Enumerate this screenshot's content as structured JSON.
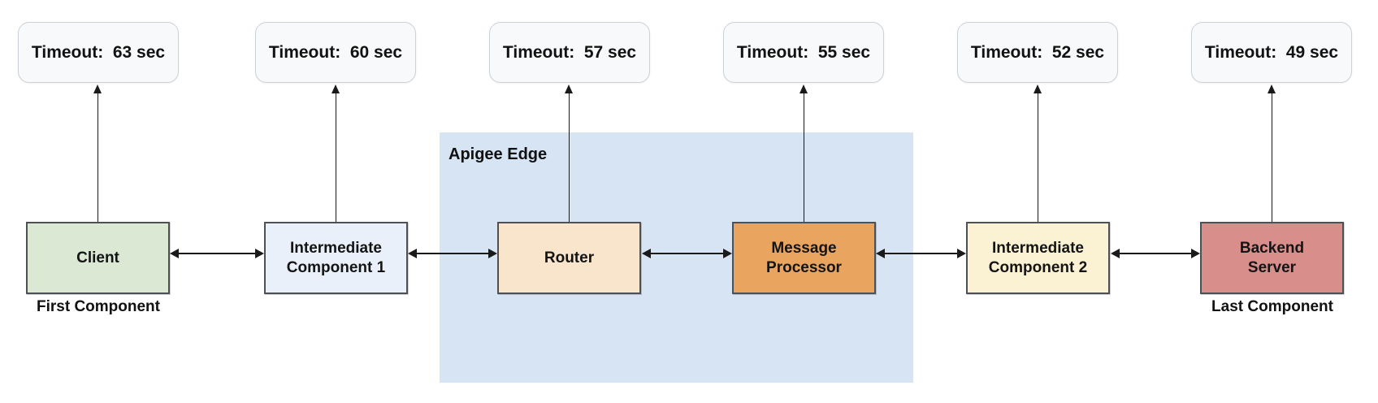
{
  "region": {
    "label": "Apigee Edge",
    "fill": "#d6e4f3"
  },
  "timeouts": [
    {
      "text": "Timeout:  63 sec"
    },
    {
      "text": "Timeout:  60 sec"
    },
    {
      "text": "Timeout:  57 sec"
    },
    {
      "text": "Timeout:  55 sec"
    },
    {
      "text": "Timeout:  52 sec"
    },
    {
      "text": "Timeout:  49 sec"
    }
  ],
  "components": [
    {
      "label": "Client",
      "fill": "#dbe8d4",
      "sublabel": "First Component"
    },
    {
      "label": "Intermediate\nComponent 1",
      "fill": "#e9f0f9"
    },
    {
      "label": "Router",
      "fill": "#f9e4cc"
    },
    {
      "label": "Message\nProcessor",
      "fill": "#e9a460"
    },
    {
      "label": "Intermediate\nComponent 2",
      "fill": "#faf2d3"
    },
    {
      "label": "Backend\nServer",
      "fill": "#d88e8b",
      "sublabel": "Last Component"
    }
  ]
}
